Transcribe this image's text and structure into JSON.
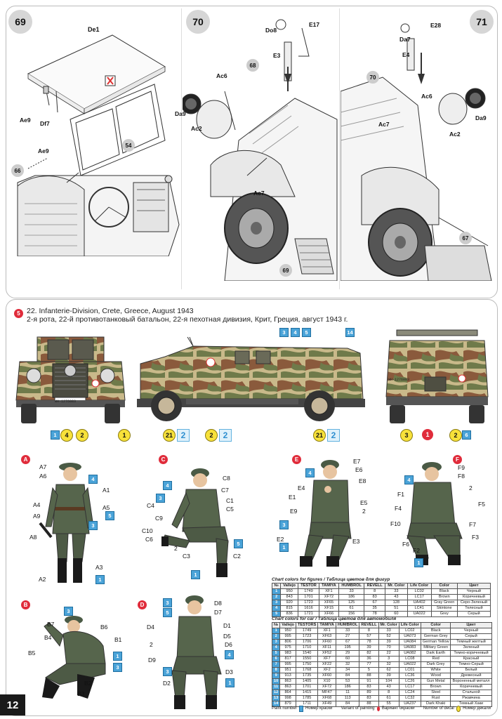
{
  "steps": {
    "s69": {
      "num": "69",
      "labels": {
        "de1": "De1",
        "ae9a": "Ae9",
        "df7": "Df7",
        "ae9b": "Ae9",
        "p66": "66",
        "p54": "54"
      }
    },
    "s70": {
      "num": "70",
      "labels": {
        "do8": "Do8",
        "e17": "E17",
        "e3": "E3",
        "ac6": "Ac6",
        "p68": "68",
        "da9": "Da9",
        "ac2": "Ac2",
        "ac7": "Ac7",
        "p69": "69"
      }
    },
    "s71": {
      "num": "71",
      "labels": {
        "e28": "E28",
        "da7": "Da7",
        "e4": "E4",
        "p70": "70",
        "ac6": "Ac6",
        "ac7": "Ac7",
        "ac2": "Ac2",
        "da9": "Da9",
        "p67": "67"
      }
    }
  },
  "scheme": {
    "number": "5",
    "title_en": "22. Infanterie-Division, Crete, Greece, August 1943",
    "title_ru": "2-я рота, 22-й противотанковый батальон, 22-я пехотная дивизия, Крит, Греция, август 1943 г."
  },
  "vehicle_callouts": {
    "front": {
      "sq": "1",
      "y1": "4",
      "y2": "2",
      "y3": "1"
    },
    "side": {
      "top": [
        "3",
        "4",
        "5",
        "14"
      ],
      "y1": "21",
      "k1": "2",
      "y2": "2",
      "k2": "2",
      "y3": "21",
      "k3": "2"
    },
    "rear": {
      "y1": "3",
      "r1": "1",
      "y2": "2",
      "sq": "6"
    }
  },
  "figures": {
    "A": {
      "letter": "A",
      "labels": [
        "A7",
        "A6",
        "4",
        "A1",
        "A4",
        "A5",
        "5",
        "A9",
        "3",
        "A8",
        "A3",
        "A2",
        "1"
      ]
    },
    "B": {
      "letter": "B",
      "labels": [
        "3",
        "B7",
        "B6",
        "B4",
        "B1",
        "B5",
        "1",
        "3",
        "B2",
        "B3"
      ]
    },
    "C": {
      "letter": "C",
      "labels": [
        "C8",
        "4",
        "C7",
        "3",
        "C1",
        "C4",
        "C5",
        "C9",
        "C10",
        "C6",
        "2",
        "5",
        "C3",
        "C2",
        "1"
      ]
    },
    "D": {
      "letter": "D",
      "labels": [
        "3",
        "D8",
        "5",
        "D7",
        "D4",
        "D1",
        "D5",
        "2",
        "D6",
        "4",
        "D9",
        "3",
        "D3",
        "D2",
        "1"
      ]
    },
    "E": {
      "letter": "E",
      "labels": [
        "E7",
        "E6",
        "4",
        "E8",
        "E4",
        "E1",
        "E5",
        "E9",
        "2",
        "3",
        "E2",
        "E3",
        "1"
      ]
    },
    "F": {
      "letter": "F",
      "labels": [
        "F9",
        "F8",
        "4",
        "F1",
        "2",
        "F4",
        "F5",
        "F10",
        "F7",
        "F6",
        "F3",
        "F2",
        "1"
      ]
    }
  },
  "figure_colors": {
    "title": "Chart colors for figures / Таблица цветов для фигур",
    "headers": [
      "№",
      "Vallejo",
      "TESTOR",
      "TAMIYA",
      "HUMBROL",
      "REVELL",
      "Mr. Color",
      "Life Color",
      "Color",
      "Цвет"
    ],
    "rows": [
      [
        "1",
        "950",
        "1749",
        "XF1",
        "33",
        "8",
        "33",
        "LC02",
        "Black",
        "Черный"
      ],
      [
        "2",
        "843",
        "1701",
        "XF72",
        "186",
        "83",
        "43",
        "LC17",
        "Brown",
        "Коричневый"
      ],
      [
        "3",
        "920",
        "1723",
        "XF65",
        "125",
        "67",
        "128",
        "UA402",
        "Gray Green",
        "Серо-Зеленый"
      ],
      [
        "4",
        "815",
        "1616",
        "XF15",
        "61",
        "35",
        "51",
        "LC41",
        "Skintone",
        "Телесный"
      ],
      [
        "5",
        "836",
        "1721",
        "XF66",
        "156",
        "78",
        "60",
        "UA022",
        "Grey",
        "Серый"
      ]
    ]
  },
  "car_colors": {
    "title": "Chart colors for car / Таблица цветов для автомобиля",
    "headers": [
      "№",
      "Vallejo",
      "TESTORS",
      "TAMIYA",
      "HUMBROL",
      "REVELL",
      "Mr. Color",
      "Life Color",
      "Color",
      "Цвет"
    ],
    "rows": [
      [
        "1",
        "950",
        "1749",
        "XF1",
        "33",
        "8",
        "33",
        "LC02",
        "Black",
        "Черный"
      ],
      [
        "2",
        "995",
        "1723",
        "XF63",
        "27",
        "57",
        "52",
        "UA073",
        "German Grey",
        "Серый"
      ],
      [
        "3",
        "806",
        "1706",
        "XF60",
        "67",
        "78",
        "39",
        "UA084",
        "German Yellow",
        "Темный желтый"
      ],
      [
        "4",
        "975",
        "1710",
        "XF11",
        "195",
        "39",
        "70",
        "UA083",
        "Military Green",
        "Зеленый"
      ],
      [
        "5",
        "983",
        "1540",
        "XF52",
        "29",
        "82",
        "22",
        "UA082",
        "Dark Earth",
        "Темно-коричневый"
      ],
      [
        "6",
        "817",
        "1550",
        "XF7",
        "60",
        "36",
        "3",
        "LC08",
        "Red",
        "Красный"
      ],
      [
        "7",
        "995",
        "1750",
        "XF22",
        "32",
        "77",
        "32",
        "UA022",
        "Dark Grey",
        "Темно-Серый"
      ],
      [
        "8",
        "951",
        "1768",
        "XF2",
        "34",
        "5",
        "62",
        "LC01",
        "White",
        "Белый"
      ],
      [
        "9",
        "913",
        "1735",
        "XF60",
        "84",
        "88",
        "39",
        "LC36",
        "Wood",
        "Древесный"
      ],
      [
        "10",
        "863",
        "1405",
        "X10",
        "53",
        "91",
        "104",
        "LC26",
        "Gun Metal",
        "Вороненный металл"
      ],
      [
        "11",
        "863",
        "1701",
        "XF72",
        "186",
        "83",
        "43",
        "LC17",
        "Brown",
        "Коричневый"
      ],
      [
        "12",
        "864",
        "1415",
        "MF47",
        "11",
        "89",
        "8",
        "LC24",
        "Steel",
        "Стальной"
      ],
      [
        "13",
        "998",
        "1785",
        "XF68",
        "113",
        "83",
        "61",
        "LC32",
        "Rust",
        "Ржавчина"
      ],
      [
        "14",
        "879",
        "1711",
        "XF49",
        "84",
        "88",
        "55",
        "UA237",
        "Dark Khaki",
        "Темный Хаки"
      ]
    ]
  },
  "legend": {
    "paint": "Paint number",
    "paint_ru": "Номер краски",
    "variant": "Variant of painting",
    "variant_ru": "Вариант окраски",
    "decal": "Number of decal",
    "decal_ru": "Номер декали"
  },
  "page_number": "12",
  "plates": {
    "front": "WH-1276083",
    "rear": "WH-1276083"
  }
}
